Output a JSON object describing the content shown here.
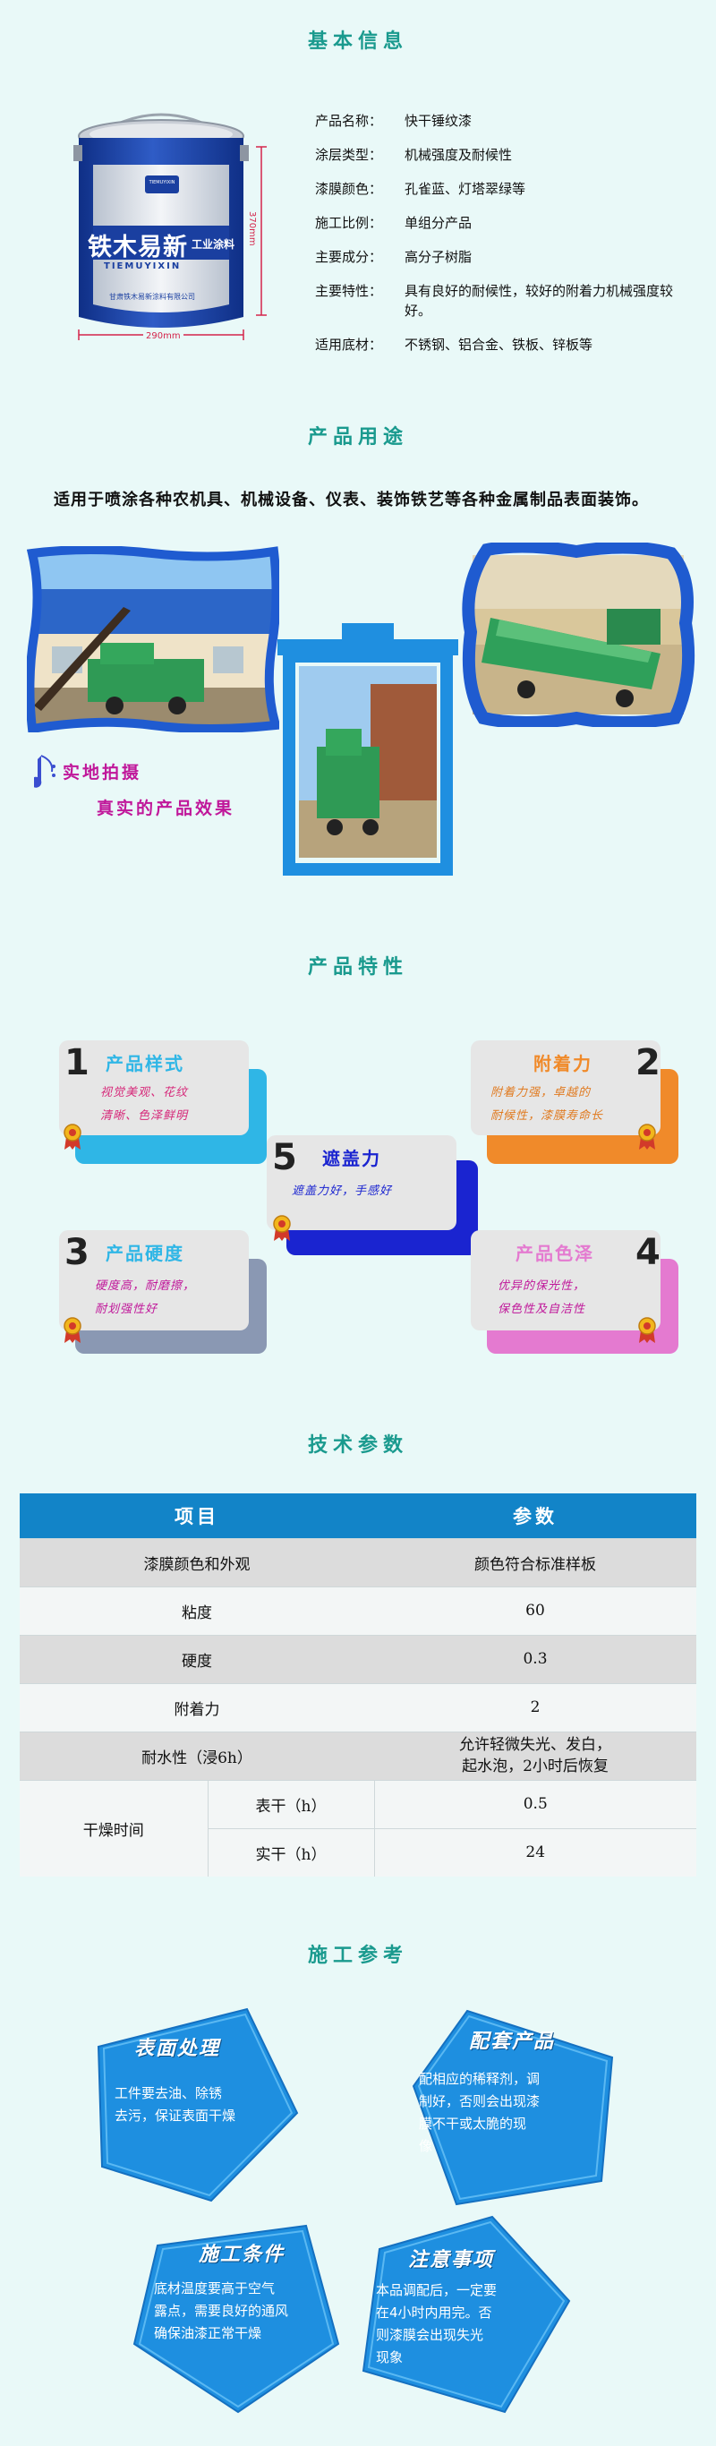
{
  "sections": {
    "basic_info": "基本信息",
    "usage": "产品用途",
    "features": "产品特性",
    "specs": "技术参数",
    "construction": "施工参考"
  },
  "can": {
    "brand_cn": "铁木易新",
    "brand_en": "TIEMUYIXIN",
    "tag": "工业涂料",
    "small_logo": "TIEMUYIXIN",
    "dim_height": "370mm",
    "dim_width": "290mm",
    "company_line": "甘肃铁木易新涂料有限公司",
    "colors": {
      "blue": "#1a3fa0",
      "silver": "#dfe4ea"
    }
  },
  "basic_info": [
    {
      "key": "产品名称：",
      "value": "快干锤纹漆"
    },
    {
      "key": "涂层类型：",
      "value": "机械强度及耐候性"
    },
    {
      "key": "漆膜颜色：",
      "value": "孔雀蓝、灯塔翠绿等"
    },
    {
      "key": "施工比例：",
      "value": "单组分产品"
    },
    {
      "key": "主要成分：",
      "value": "高分子树脂"
    },
    {
      "key": "主要特性：",
      "value": "具有良好的耐候性，较好的附着力机械强度较好。"
    },
    {
      "key": "适用底材：",
      "value": "不锈钢、铝合金、铁板、锌板等"
    }
  ],
  "usage_text": "适用于喷涂各种农机具、机械设备、仪表、装饰铁艺等各种金属制品表面装饰。",
  "photo_caption": {
    "line1": "实地拍摄",
    "line2": "真实的产品效果"
  },
  "features": [
    {
      "num": "1",
      "title": "产品样式",
      "desc1": "视觉美观、花纹",
      "desc2": "清晰、色泽鲜明"
    },
    {
      "num": "2",
      "title": "附着力",
      "desc1": "附着力强，卓越的",
      "desc2": "耐候性，漆膜寿命长"
    },
    {
      "num": "3",
      "title": "产品硬度",
      "desc1": "硬度高，耐磨擦，",
      "desc2": "耐划强性好"
    },
    {
      "num": "4",
      "title": "产品色泽",
      "desc1": "优异的保光性，",
      "desc2": "保色性及自洁性"
    },
    {
      "num": "5",
      "title": "遮盖力",
      "desc1": "遮盖力好，手感好",
      "desc2": ""
    }
  ],
  "feature_colors": [
    "#2fb6e6",
    "#f08a2a",
    "#8a98b3",
    "#e47ad0",
    "#1a24d0"
  ],
  "specs": {
    "head": [
      "项目",
      "参数"
    ],
    "rows": [
      [
        "漆膜颜色和外观",
        "颜色符合标准样板"
      ],
      [
        "粘度",
        "60"
      ],
      [
        "硬度",
        "0.3"
      ],
      [
        "附着力",
        "2"
      ],
      [
        "耐水性（浸6h）",
        "允许轻微失光、发白，",
        "起水泡，2小时后恢复"
      ]
    ],
    "dry_label": "干燥时间",
    "dry_rows": [
      [
        "表干（h）",
        "0.5"
      ],
      [
        "实干（h）",
        "24"
      ]
    ]
  },
  "construction": [
    {
      "title": "表面处理",
      "lines": [
        "工件要去油、除锈",
        "去污，保证表面干燥"
      ]
    },
    {
      "title": "配套产品",
      "lines": [
        "配相应的稀释剂，调",
        "制好，否则会出现漆",
        "膜不干或太脆的现",
        "像"
      ]
    },
    {
      "title": "施工条件",
      "lines": [
        "底材温度要高于空气",
        "露点，需要良好的通风",
        "确保油漆正常干燥"
      ]
    },
    {
      "title": "注意事项",
      "lines": [
        "本品调配后，一定要",
        "在4小时内用完。否",
        "则漆膜会出现失光",
        "现象"
      ]
    }
  ]
}
